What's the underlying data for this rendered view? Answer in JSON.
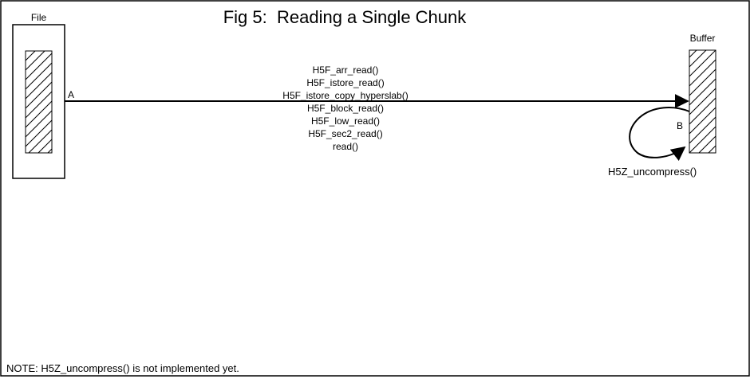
{
  "title": "Fig 5:  Reading a Single Chunk",
  "file_box": {
    "label": "File"
  },
  "buffer_box": {
    "label": "Buffer"
  },
  "arrow_a": {
    "label": "A",
    "functions": [
      "H5F_arr_read()",
      "H5F_istore_read()",
      "H5F_istore_copy_hyperslab()",
      "H5F_block_read()",
      "H5F_low_read()",
      "H5F_sec2_read()",
      "read()"
    ]
  },
  "arrow_b": {
    "label": "B",
    "function": "H5Z_uncompress()"
  },
  "note": "NOTE: H5Z_uncompress() is not implemented yet.",
  "colors": {
    "line": "#000000",
    "background": "#ffffff"
  }
}
